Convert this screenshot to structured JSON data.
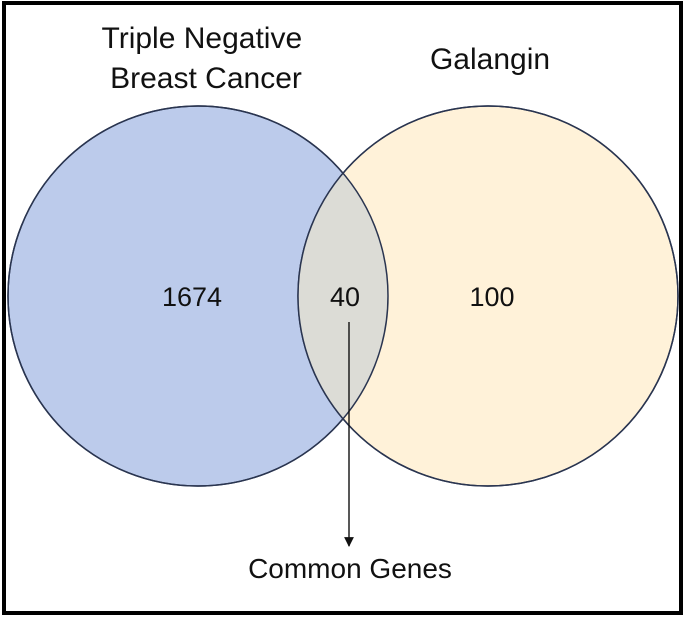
{
  "diagram": {
    "type": "venn",
    "sets": [
      {
        "name_lines": [
          "Triple Negative",
          "Breast Cancer"
        ],
        "count": "1674",
        "fill": "#bccbeb",
        "stroke": "#2a3550"
      },
      {
        "name_lines": [
          "Galangin"
        ],
        "count": "100",
        "fill": "#fff2d9",
        "stroke": "#2a3550"
      }
    ],
    "intersection": {
      "count": "40",
      "fill": "#dcdcd6"
    },
    "annotation": {
      "label": "Common Genes",
      "arrow_color": "#111111"
    },
    "frame_color": "#000000"
  }
}
